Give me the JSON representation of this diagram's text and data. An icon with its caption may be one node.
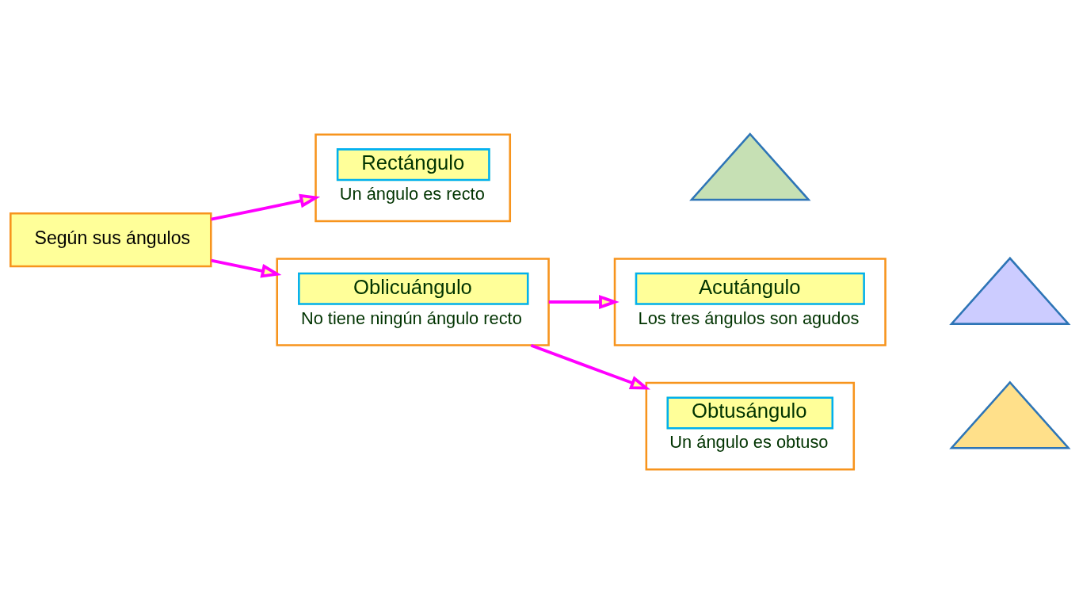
{
  "diagram": {
    "nodes": [
      {
        "text": [
          "Según sus ángulos"
        ]
      },
      {
        "text": [
          "Rectángulo",
          "Un ángulo es recto"
        ]
      },
      {
        "text": [],
        "shape": "picture"
      },
      {
        "text": [
          "Oblicuángulo",
          "No tiene ningún ángulo recto"
        ]
      },
      {
        "text": [
          "Acutángulo",
          "Los tres ángulos son agudos"
        ]
      },
      {
        "text": [],
        "shape": "picture"
      },
      {
        "text": [
          "Obtusángulo",
          "Un ángulo es obtuso"
        ]
      },
      {
        "text": [],
        "shape": "picture"
      }
    ],
    "edges": [
      {
        "from": 0,
        "to": 1,
        "arrow": "to"
      },
      {
        "from": 0,
        "to": 3,
        "arrow": "to"
      },
      {
        "from": 3,
        "to": 4,
        "arrow": "to"
      },
      {
        "from": 3,
        "to": 6,
        "arrow": "to"
      }
    ]
  }
}
